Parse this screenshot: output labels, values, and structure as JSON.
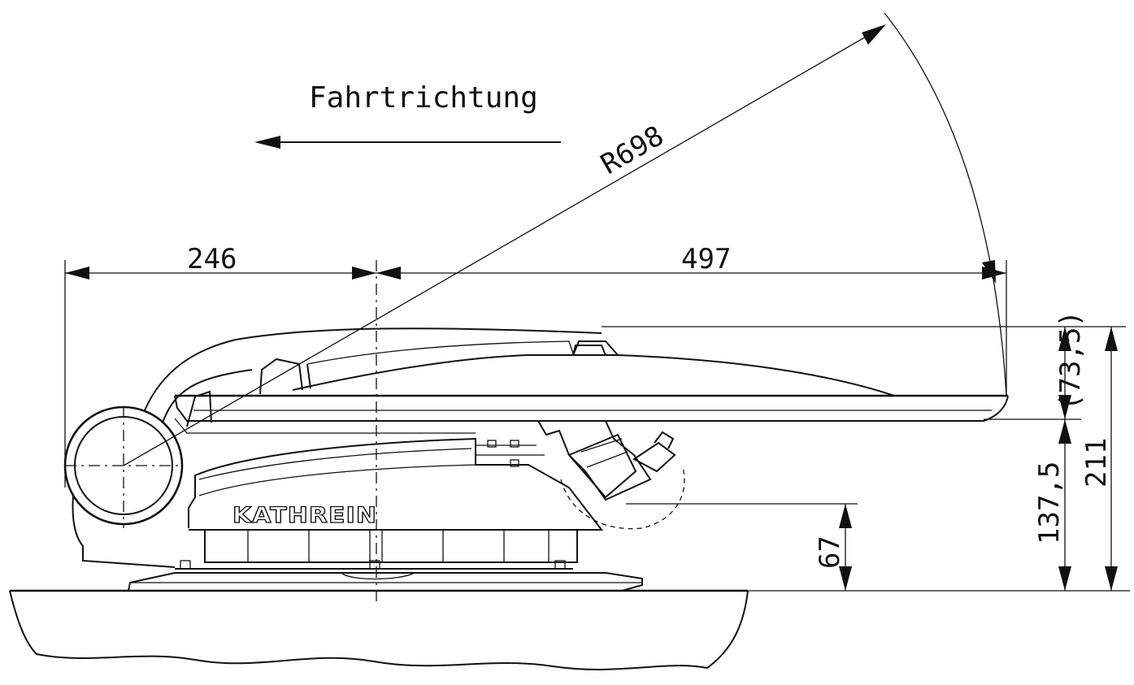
{
  "direction_label": "Fahrtrichtung",
  "dimensions": {
    "radius": "R698",
    "front_length": "246",
    "rear_length": "497",
    "dome_height": "(73,5)",
    "body_height": "137,5",
    "total_height": "211",
    "connector_height": "67"
  },
  "logo": "KATHREIN"
}
